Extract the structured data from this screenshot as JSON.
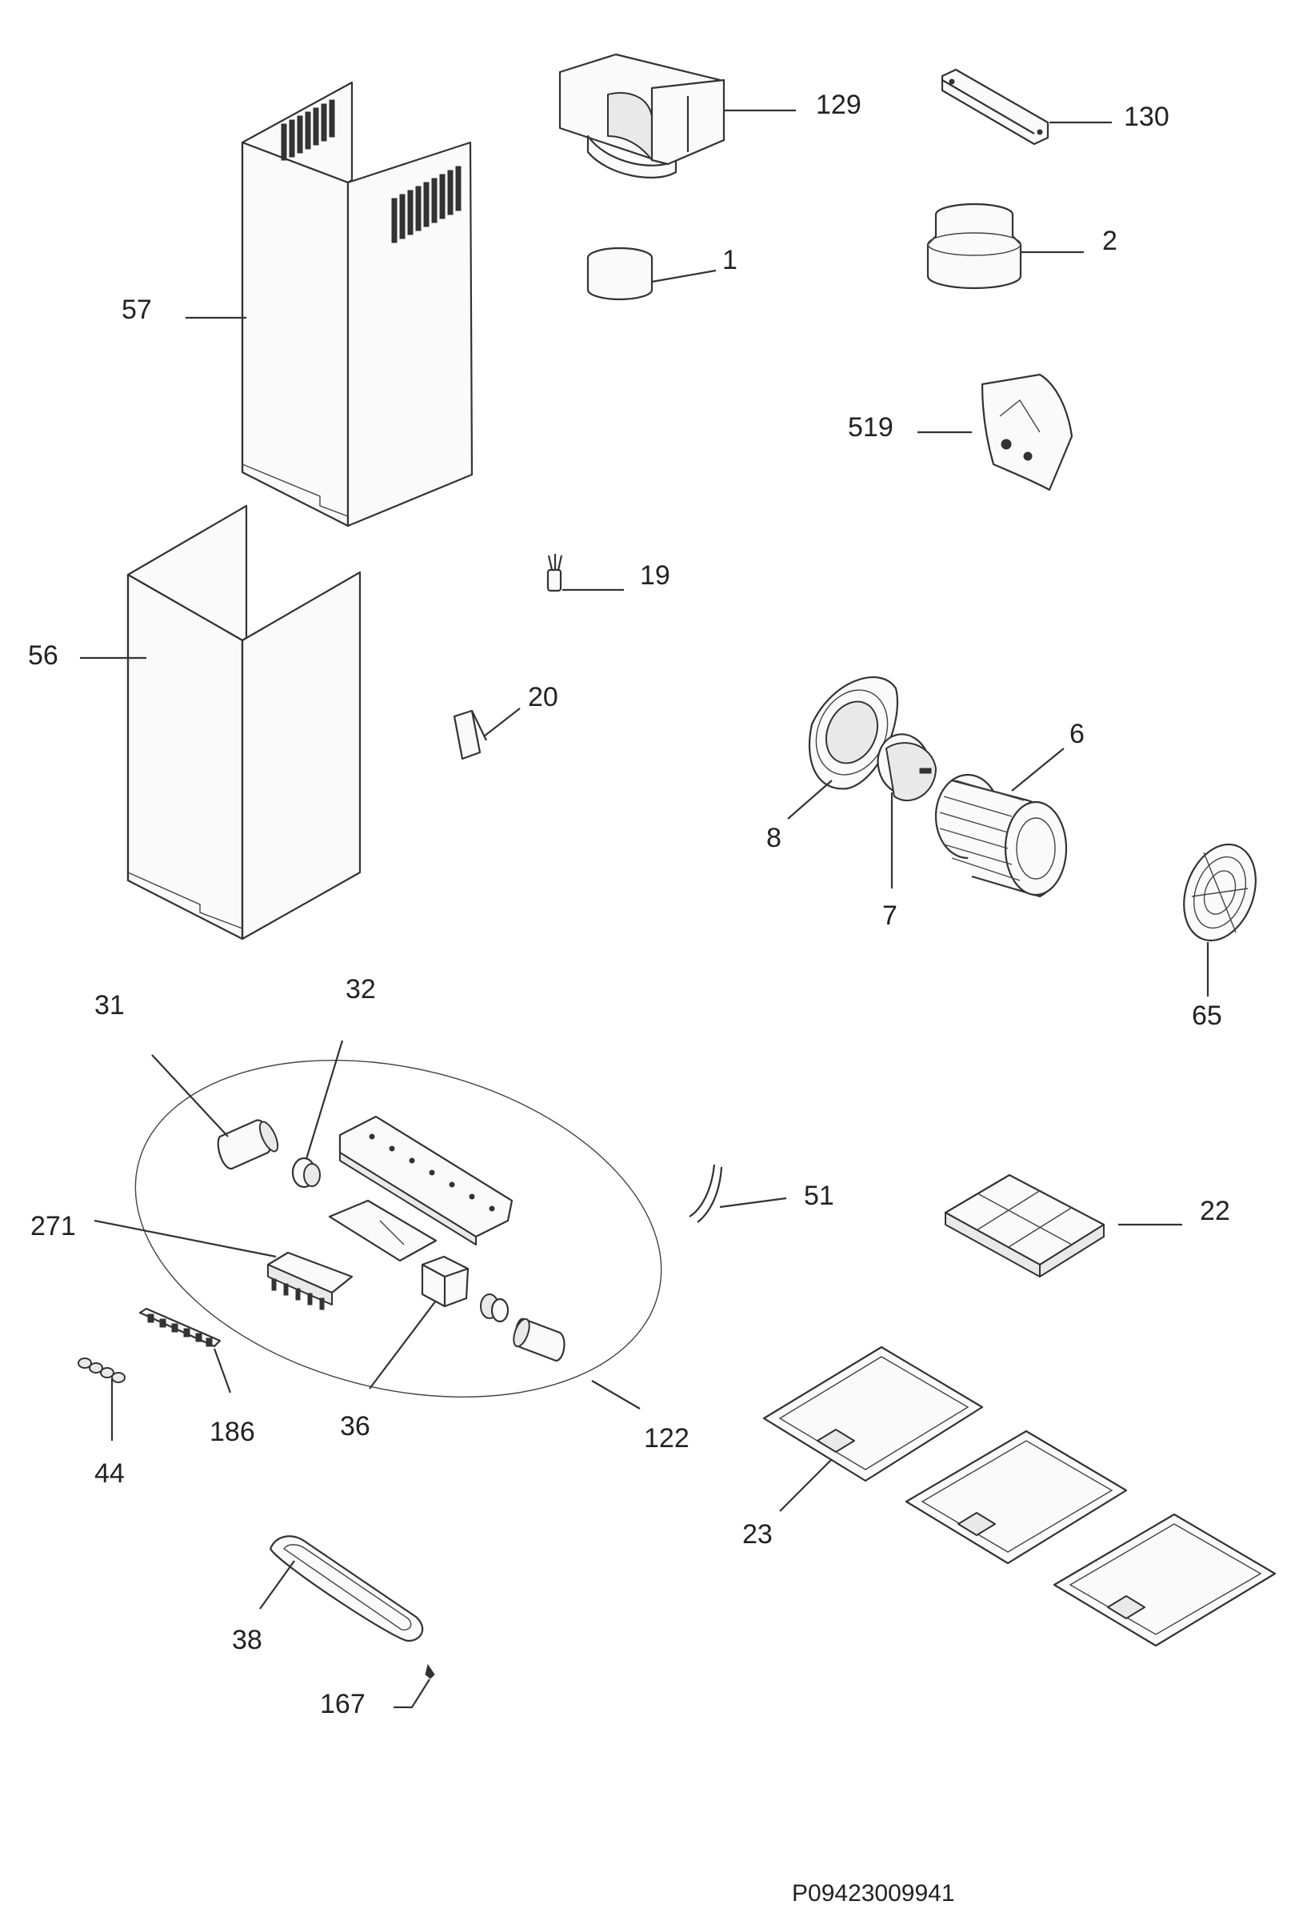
{
  "parts": {
    "p129": "129",
    "p130": "130",
    "p1": "1",
    "p2": "2",
    "p57": "57",
    "p519": "519",
    "p56": "56",
    "p19": "19",
    "p20": "20",
    "p6": "6",
    "p8": "8",
    "p7": "7",
    "p65": "65",
    "p31": "31",
    "p32": "32",
    "p271": "271",
    "p51": "51",
    "p22": "22",
    "p186": "186",
    "p36": "36",
    "p44": "44",
    "p122": "122",
    "p23": "23",
    "p38": "38",
    "p167": "167"
  },
  "diagram_code": "P09423009941"
}
